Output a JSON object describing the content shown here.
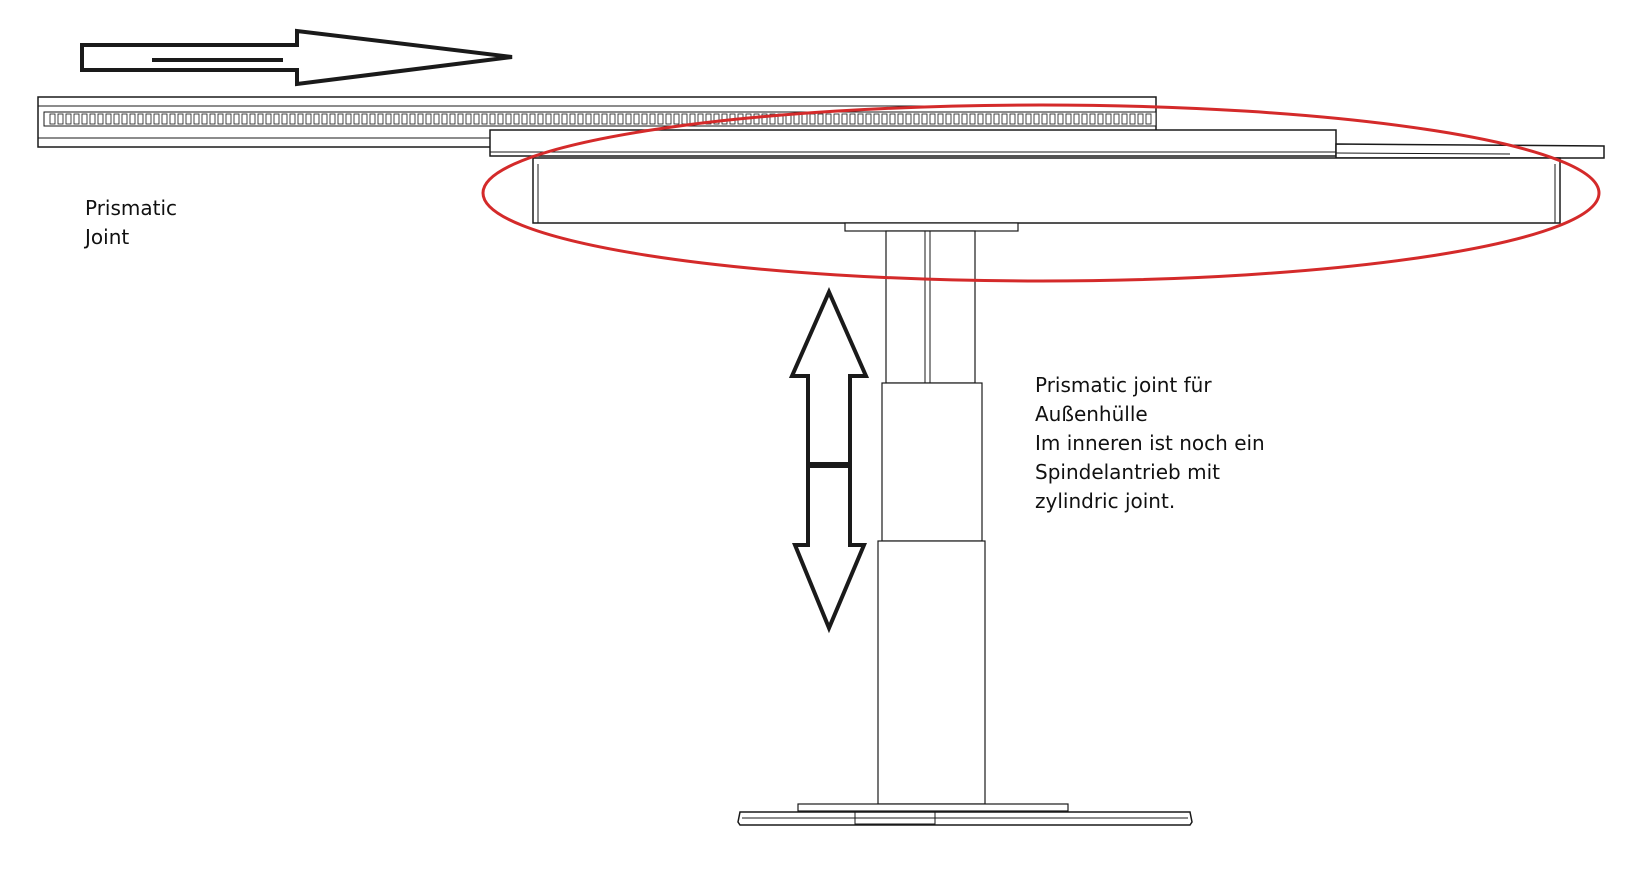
{
  "labels": {
    "prismatic_joint_left": [
      "Prismatic",
      "Joint"
    ],
    "prismatic_joint_right": [
      "Prismatic joint für",
      "Außenhülle",
      "Im inneren ist noch ein",
      "Spindelantrieb mit",
      "zylindric joint."
    ]
  },
  "colors": {
    "line": "#1a1a1a",
    "highlight_ellipse": "#d42a2a",
    "background": "#ffffff"
  },
  "icons": {
    "horizontal_arrow": "arrow-right-icon",
    "vertical_arrow": "arrow-up-down-icon"
  }
}
